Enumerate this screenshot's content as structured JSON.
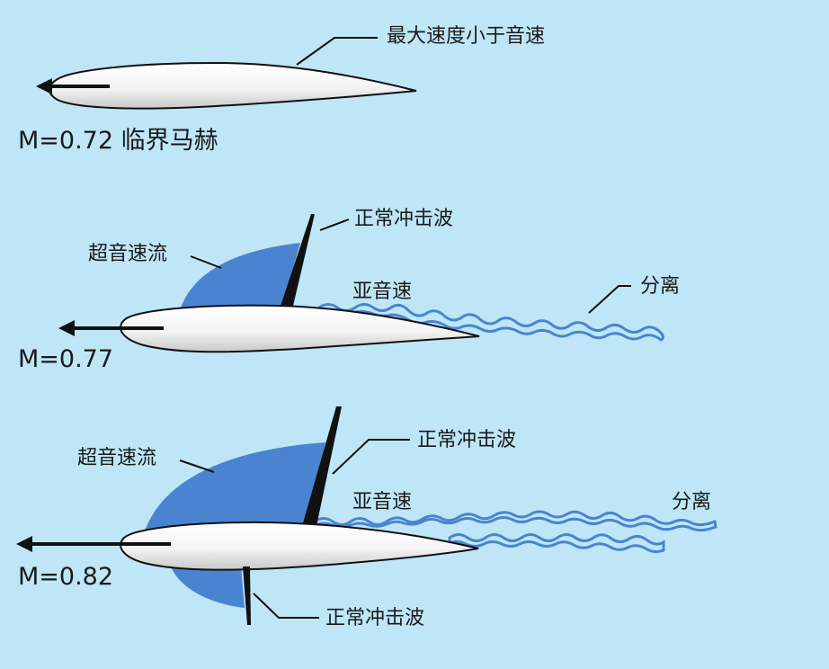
{
  "panels": [
    {
      "mach_label": "M=0.72 临界马赫",
      "callouts": {
        "max_speed": "最大速度小于音速"
      }
    },
    {
      "mach_label": "M=0.77",
      "callouts": {
        "normal_shock_top": "正常冲击波",
        "supersonic": "超音速流",
        "subsonic": "亚音速",
        "separation": "分离"
      }
    },
    {
      "mach_label": "M=0.82",
      "callouts": {
        "supersonic": "超音速流",
        "normal_shock_top": "正常冲击波",
        "subsonic": "亚音速",
        "separation": "分离",
        "normal_shock_bottom": "正常冲击波"
      }
    }
  ],
  "colors": {
    "background": "#bfe6f7",
    "supersonic_region": "#4a84d0",
    "wake": "#4a84d0",
    "airfoil_fill": "#ffffff",
    "ink": "#111111"
  }
}
